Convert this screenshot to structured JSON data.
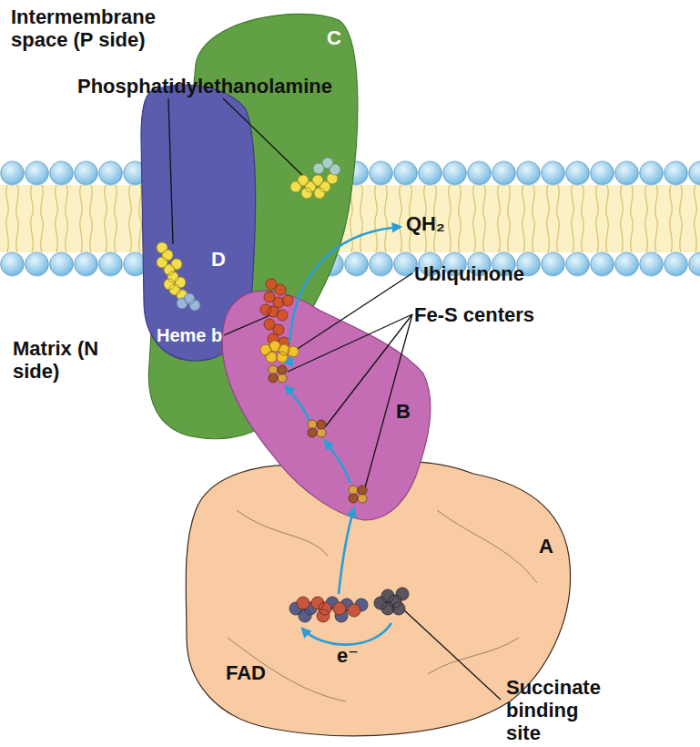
{
  "diagram": {
    "nodes": [
      {
        "text": [
          "C"
        ]
      },
      {
        "text": [
          "D"
        ]
      },
      {
        "text": [
          "B"
        ]
      },
      {
        "text": [
          "A"
        ]
      }
    ],
    "labels": [
      "Intermembrane space (P side)",
      "Phosphatidylethanolamine",
      "QH₂",
      "Ubiquinone",
      "Heme b",
      "Fe-S centers",
      "Matrix (N side)",
      "FAD",
      "e⁻",
      "Succinate binding site"
    ]
  }
}
